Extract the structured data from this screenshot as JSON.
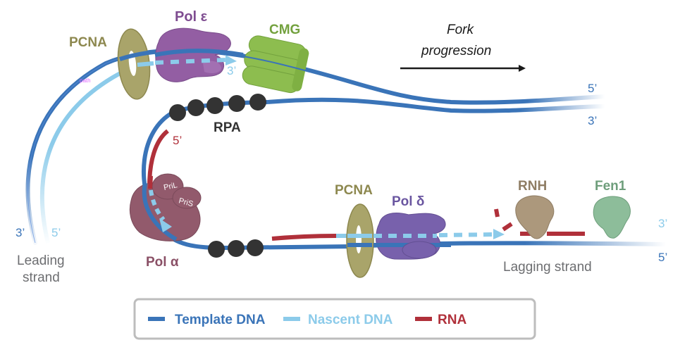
{
  "title": "Eukaryotic DNA replication fork",
  "colors": {
    "template_dna": "#3a74b8",
    "nascent_dna": "#8ccbea",
    "rna": "#b0303a",
    "pcna": "#a9a46a",
    "pol_epsilon": "#935ea3",
    "cmg": "#8dbd4f",
    "rpa": "#333333",
    "pol_alpha": "#925a6c",
    "pol_delta": "#7861ac",
    "rnh": "#ac987c",
    "fen1": "#8dbd9a",
    "strand_label": "#6d6e71"
  },
  "labels": {
    "pcna_leading": "PCNA",
    "pol_epsilon": "Pol ε",
    "cmg": "CMG",
    "fork_progression_line1": "Fork",
    "fork_progression_line2": "progression",
    "rpa": "RPA",
    "pril": "PriL",
    "pris": "PriS",
    "pol_alpha": "Pol α",
    "pcna_lagging": "PCNA",
    "pol_delta": "Pol δ",
    "rnh": "RNH",
    "fen1": "Fen1",
    "leading_strand_line1": "Leading",
    "leading_strand_line2": "strand",
    "lagging_strand": "Lagging strand",
    "path_annotation": "path"
  },
  "ends": {
    "leading_nascent_3": "3’",
    "leading_template_3": "3’",
    "leading_nascent_5": "5’",
    "parental_top_5": "5’",
    "parental_bottom_3": "3’",
    "primer_5": "5’",
    "lagging_nascent_3": "3’",
    "lagging_template_5": "5’"
  },
  "legend": {
    "items": [
      {
        "label": "Template DNA",
        "color": "#3a74b8"
      },
      {
        "label": "Nascent DNA",
        "color": "#8ccbea"
      },
      {
        "label": "RNA",
        "color": "#b0303a"
      }
    ]
  }
}
